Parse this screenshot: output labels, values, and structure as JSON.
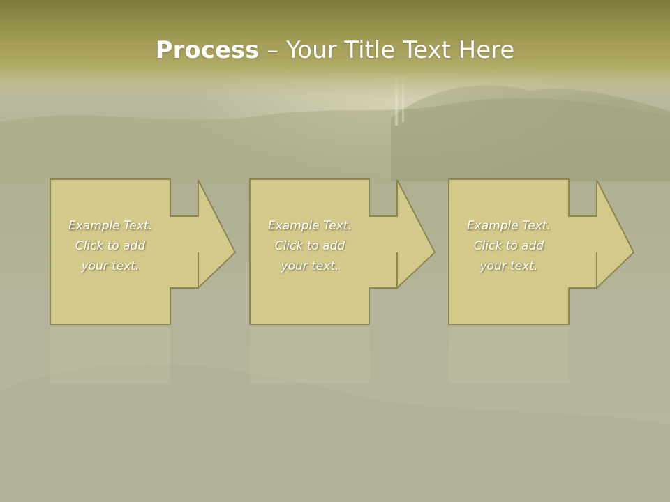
{
  "slide": {
    "title_bold": "Process",
    "title_rest": " – Your Title Text Here",
    "steps": [
      {
        "line1": "Example Text.",
        "line2": "Click  to add",
        "line3": "your text."
      },
      {
        "line1": "Example Text.",
        "line2": "Click  to add",
        "line3": "your text."
      },
      {
        "line1": "Example Text.",
        "line2": "Click  to add",
        "line3": "your text."
      }
    ]
  },
  "colors": {
    "title_band": "#9a9550",
    "shape_fill": "#d3c98a",
    "shape_stroke": "#8c8653",
    "text": "#ffffff"
  }
}
